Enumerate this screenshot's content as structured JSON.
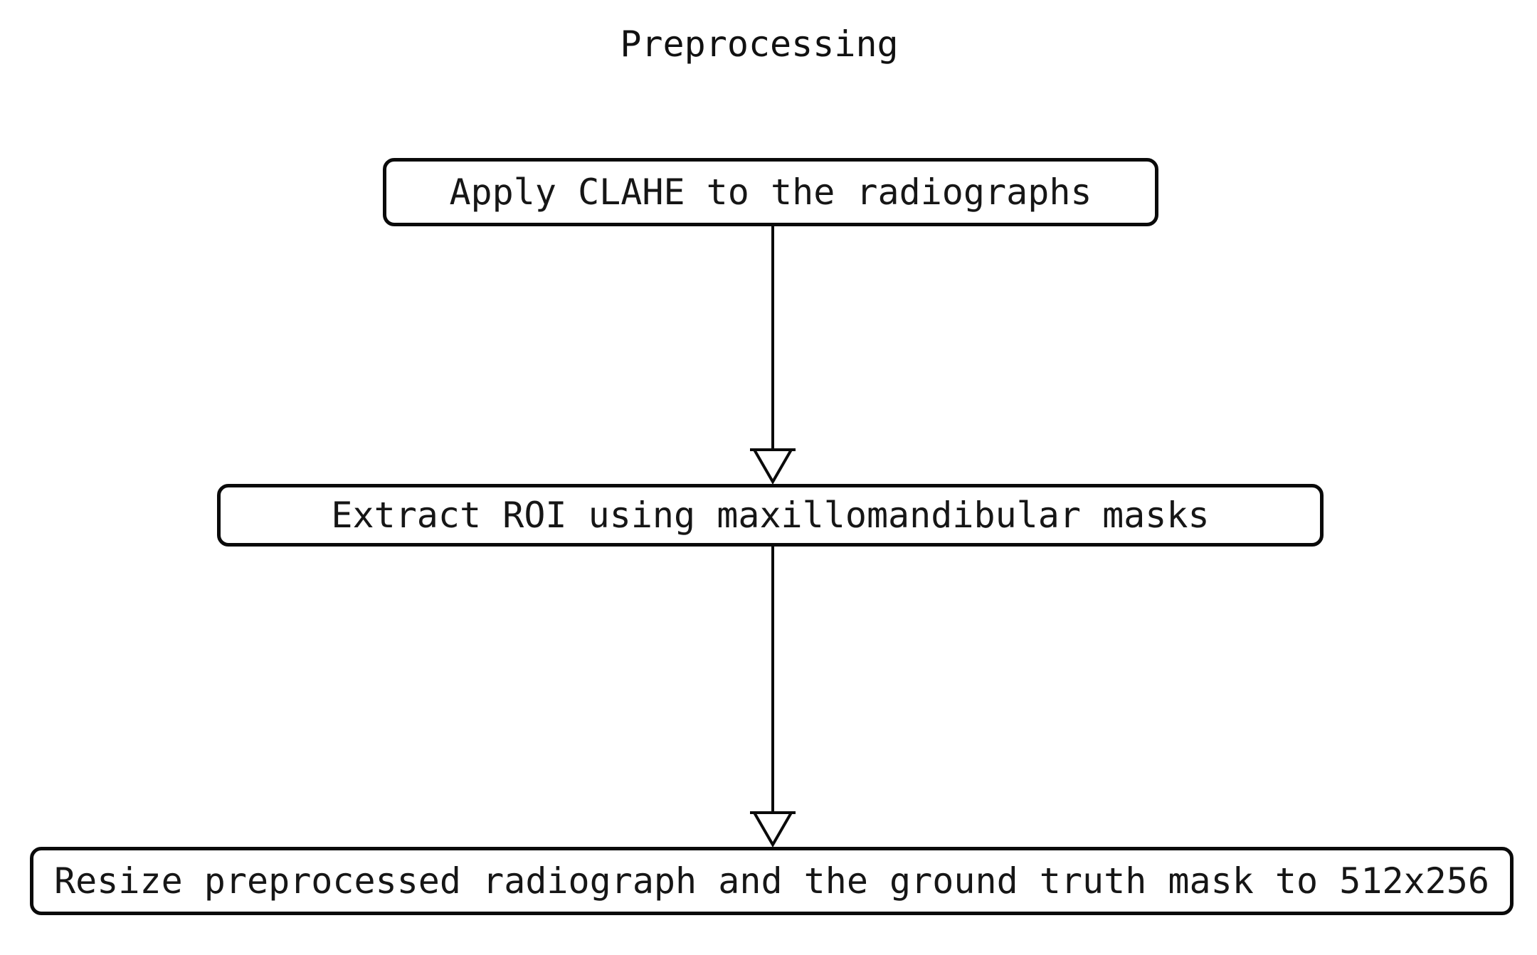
{
  "diagram": {
    "title": "Preprocessing",
    "type": "flowchart",
    "direction": "top-down",
    "nodes": [
      {
        "id": "clahe",
        "label": "Apply CLAHE to the radiographs"
      },
      {
        "id": "roi",
        "label": "Extract ROI using maxillomandibular masks"
      },
      {
        "id": "resize",
        "label": "Resize preprocessed radiograph and the ground truth mask to 512x256"
      }
    ],
    "edges": [
      {
        "from": "clahe",
        "to": "roi",
        "arrowhead": "open-triangle"
      },
      {
        "from": "roi",
        "to": "resize",
        "arrowhead": "open-triangle"
      }
    ],
    "colors": {
      "background": "#ffffff",
      "node_fill": "#ffffff",
      "node_border": "#0a0a0a",
      "text": "#111111",
      "arrow": "#0a0a0a"
    }
  }
}
